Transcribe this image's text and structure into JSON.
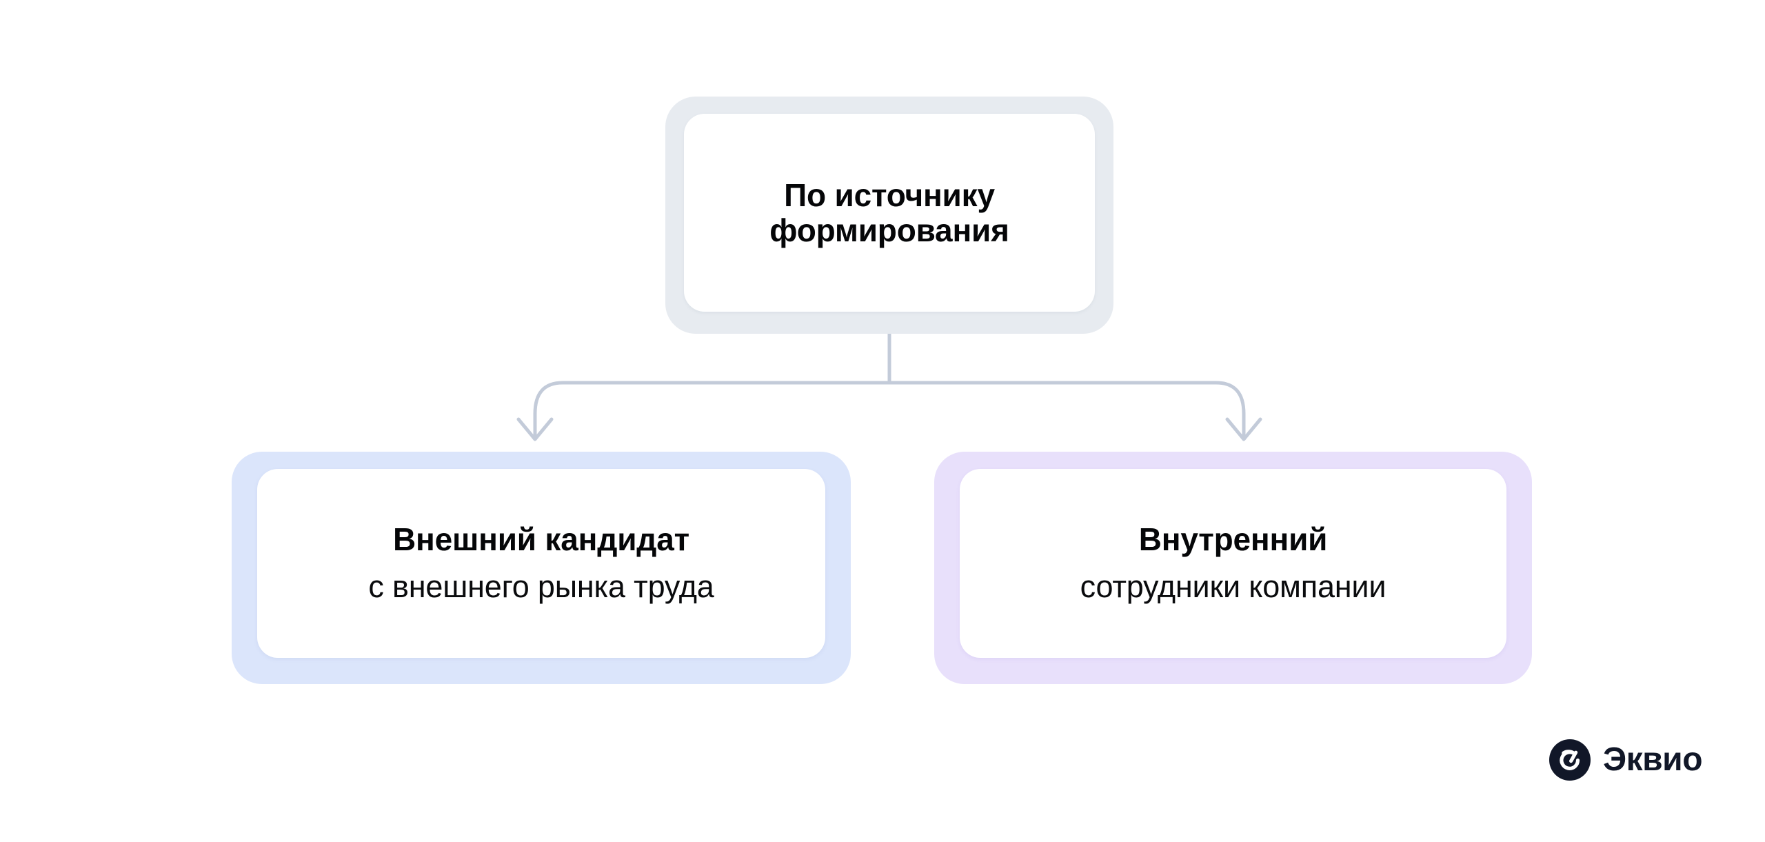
{
  "diagram": {
    "background_color": "#ffffff",
    "root": {
      "title": "По источнику\nформирования",
      "ring_color": "#e7ebf0",
      "card_color": "#ffffff"
    },
    "children": [
      {
        "title": "Внешний кандидат",
        "subtitle": "с внешнего рынка труда",
        "ring_color": "#dbe5fb",
        "card_color": "#ffffff"
      },
      {
        "title": "Внутренний",
        "subtitle": "сотрудники компании",
        "ring_color": "#e8e0fb",
        "card_color": "#ffffff"
      }
    ],
    "connector": {
      "color": "#c3cbd9",
      "style": "elbow-with-arrowheads",
      "arrow_count": 2
    }
  },
  "logo": {
    "mark_name": "ekvio-circle-icon",
    "word": "Эквио",
    "color": "#111728"
  }
}
